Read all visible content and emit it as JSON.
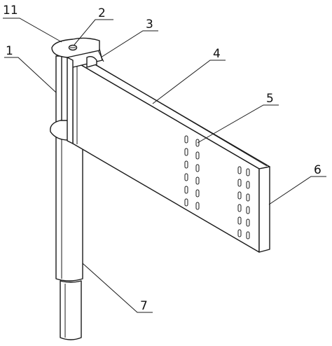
{
  "labels": {
    "l1": "1",
    "l2": "2",
    "l3": "3",
    "l4": "4",
    "l5": "5",
    "l6": "6",
    "l7": "7",
    "l11": "11"
  },
  "colors": {
    "line": "#1a1a1a",
    "background": "#ffffff"
  }
}
